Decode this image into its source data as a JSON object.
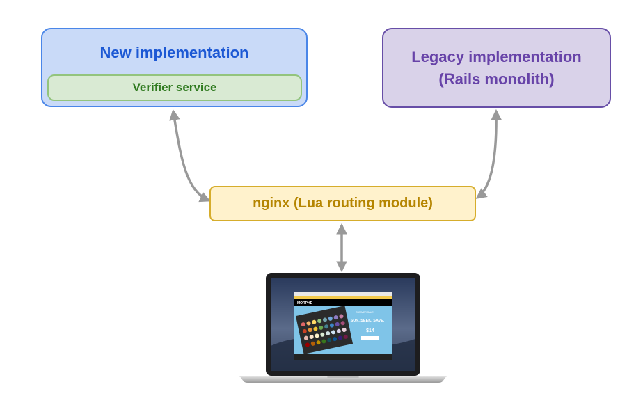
{
  "new_impl": {
    "title": "New implementation",
    "sub_label": "Verifier service"
  },
  "legacy": {
    "line1": "Legacy implementation",
    "line2": "(Rails monolith)"
  },
  "nginx": {
    "label": "nginx (Lua routing module)"
  },
  "laptop": {
    "site_brand": "MORPHE",
    "promo_line1": "SUN. SEEK. SAVE.",
    "promo_price": "$14",
    "promo_tag": "SUMMER SALE"
  },
  "colors": {
    "new_impl_fill": "#c9daf8",
    "new_impl_border": "#4a86e8",
    "new_impl_text": "#1c58d4",
    "verifier_fill": "#d9ead3",
    "verifier_border": "#93c47d",
    "verifier_text": "#2f7a1f",
    "legacy_fill": "#d9d2e9",
    "legacy_border": "#674ea7",
    "legacy_text": "#6743a8",
    "nginx_fill": "#fff2cc",
    "nginx_border": "#d6ad2c",
    "nginx_text": "#b58500",
    "arrow": "#999999"
  },
  "icons": [
    "laptop-icon",
    "double-arrow-connector"
  ]
}
